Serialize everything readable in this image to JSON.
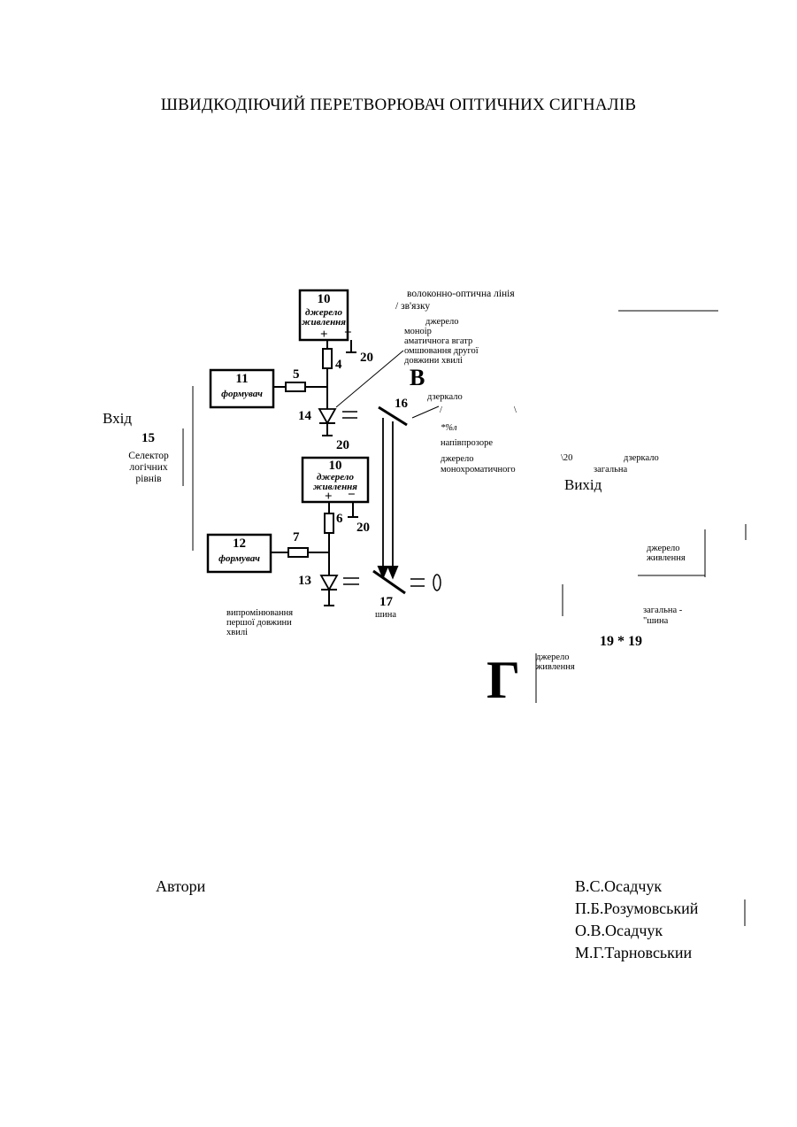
{
  "title": "ШВИДКОДІЮЧИЙ ПЕРЕТВОРЮВАЧ ОПТИЧНИХ СИГНАЛІВ",
  "blocks": {
    "power_top": {
      "num": "10",
      "label": "джерело живлення",
      "plus": "+",
      "minus": "−"
    },
    "power_mid": {
      "num": "10",
      "label": "джерело живлення",
      "plus": "+",
      "minus": "−"
    },
    "former_11": {
      "num": "11",
      "label": "формувач"
    },
    "former_12": {
      "num": "12",
      "label": "формувач"
    }
  },
  "numbers": {
    "n4": "4",
    "n5": "5",
    "n6": "6",
    "n7": "7",
    "n13": "13",
    "n14": "14",
    "n15": "15",
    "n16": "16",
    "n17": "17",
    "n20a": "20",
    "n20b": "20",
    "n20c": "20"
  },
  "labels": {
    "fiber_line1": "волоконно-оптична лінія",
    "fiber_line2": "/ зв'язку",
    "src2_1": "джерело",
    "src2_2": "моноір",
    "src2_3": "аматичнога вгатр",
    "src2_4": "омшювання другої",
    "src2_5": "довжини хвилі",
    "big_b": "В",
    "mirror": "дзеркало",
    "slash1": "/",
    "backslash1": "\\",
    "pct": "*%л",
    "semi": "напівпрозоре",
    "src_mono1": "джерело",
    "src_mono2": "монохроматичного",
    "s20": "\\20",
    "mirror2": "дзеркало",
    "common_cut": "загальна",
    "input": "Вхід",
    "output": "Вихід",
    "selector1": "Селектор",
    "selector2": "логічних",
    "selector3": "рівнів",
    "power_r1": "джерело",
    "power_r2": "живлення",
    "emit1": "випромінювання",
    "emit2": "першої  довжини",
    "emit3": "хвилі",
    "bus": "шина",
    "common_r1": "загальна -",
    "common_r2": "\"шина",
    "n19": "19 * 19",
    "power_b1": "джерело",
    "power_b2": "живлення",
    "big_g": "Г"
  },
  "authors": {
    "heading": "Автори",
    "names": [
      "В.С.Осадчук",
      "П.Б.Розумовський",
      "О.В.Осадчук",
      "М.Г.Тарновськии"
    ]
  }
}
